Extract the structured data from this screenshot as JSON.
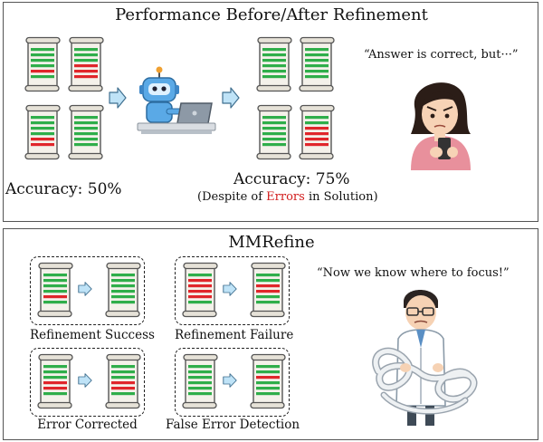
{
  "top": {
    "title": "Performance Before/After Refinement",
    "accuracy_before": "Accuracy: 50%",
    "accuracy_after": "Accuracy: 75%",
    "note_prefix": "(Despite of ",
    "note_highlight": "Errors",
    "note_suffix": " in Solution)",
    "quote": "“Answer is correct, but···”"
  },
  "bottom": {
    "title": "MMRefine",
    "quote": "“Now we know where to focus!”",
    "cases": [
      {
        "label": "Refinement Success"
      },
      {
        "label": "Refinement Failure"
      },
      {
        "label": "Error Corrected"
      },
      {
        "label": "False Error Detection"
      }
    ]
  },
  "colors": {
    "correct_line": "#2fae4a",
    "error_line": "#e0262b",
    "arrow_fill": "#bfe3f7",
    "arrow_stroke": "#3f6f8f",
    "highlight": "#d21d1d"
  }
}
